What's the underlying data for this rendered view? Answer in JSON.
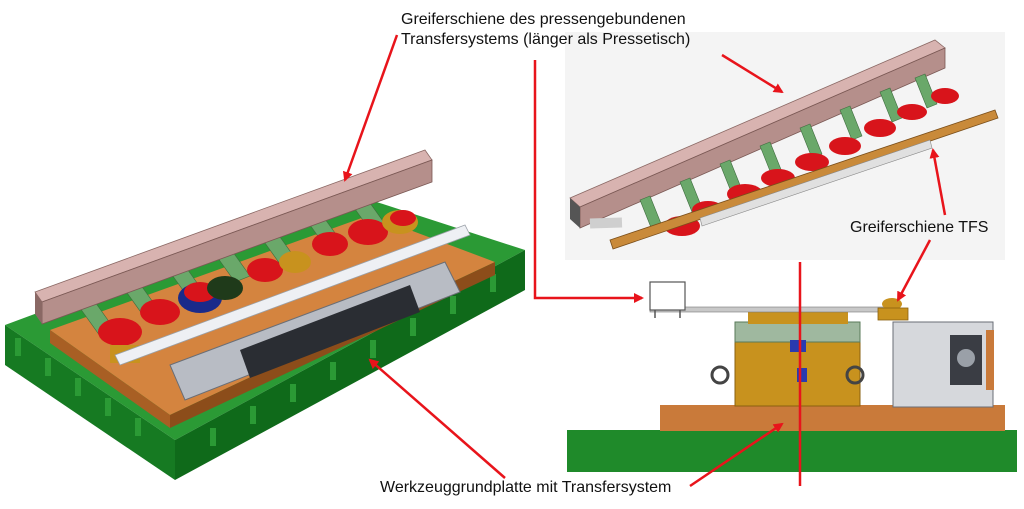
{
  "labels": {
    "top_line1": "Greiferschiene des pressengebundenen",
    "top_line2": "Transfersystems (länger als Pressetisch)",
    "tfs": "Greiferschiene TFS",
    "bottom": "Werkzeuggrundplatte mit Transfersystem"
  },
  "colors": {
    "arrow": "#e8141b",
    "base_green": "#1e8a2a",
    "plate_orange": "#c97a3a",
    "rail": "#c9a3a0",
    "part_red": "#d8141b",
    "tool_gold": "#c8921e"
  }
}
